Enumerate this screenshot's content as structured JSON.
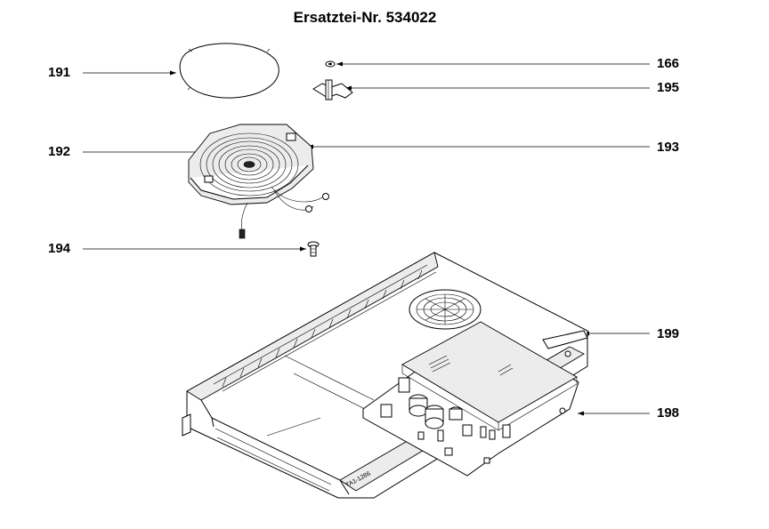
{
  "title": "Ersatztei-Nr. 534022",
  "callouts": {
    "c191": "191",
    "c192": "192",
    "c194": "194",
    "c166": "166",
    "c195": "195",
    "c193": "193",
    "c199": "199",
    "c198": "198"
  },
  "drawing_code": "TA1-1286"
}
